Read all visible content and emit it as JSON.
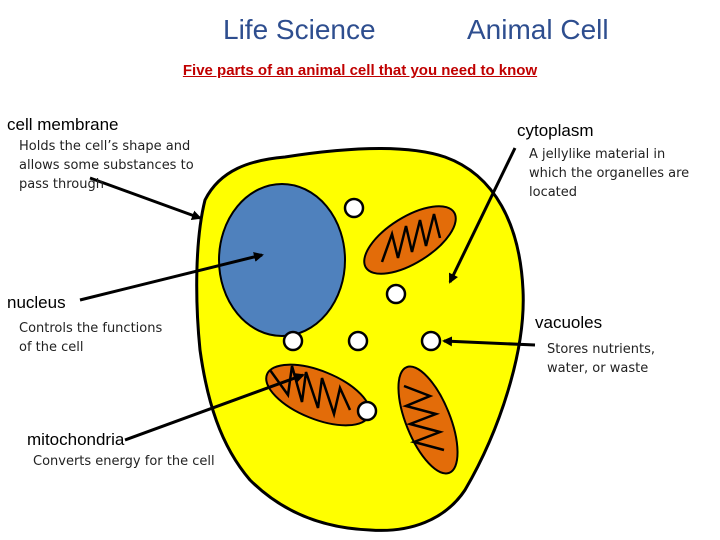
{
  "header": {
    "title_left": "Life Science",
    "title_right": "Animal Cell",
    "subtitle": "Five parts of an animal cell that you need to know"
  },
  "parts": {
    "cell_membrane": {
      "name": "cell membrane",
      "desc": [
        "Holds the cell’s shape and",
        "allows some substances to",
        "pass through"
      ]
    },
    "nucleus": {
      "name": "nucleus",
      "desc": [
        "Controls the functions",
        "of the cell"
      ]
    },
    "mitochondria": {
      "name": "mitochondria",
      "desc": [
        "Converts energy for the cell"
      ]
    },
    "cytoplasm": {
      "name": "cytoplasm",
      "desc": [
        "A jellylike material in",
        "which the organelles are",
        "located"
      ]
    },
    "vacuoles": {
      "name": "vacuoles",
      "desc": [
        "Stores nutrients,",
        "water, or waste"
      ]
    }
  },
  "colors": {
    "title": "#2e4e8f",
    "subtitle": "#c00000",
    "cytoplasm": "#ffff00",
    "nucleus": "#4f81bd",
    "mitochondria": "#e36c09"
  }
}
